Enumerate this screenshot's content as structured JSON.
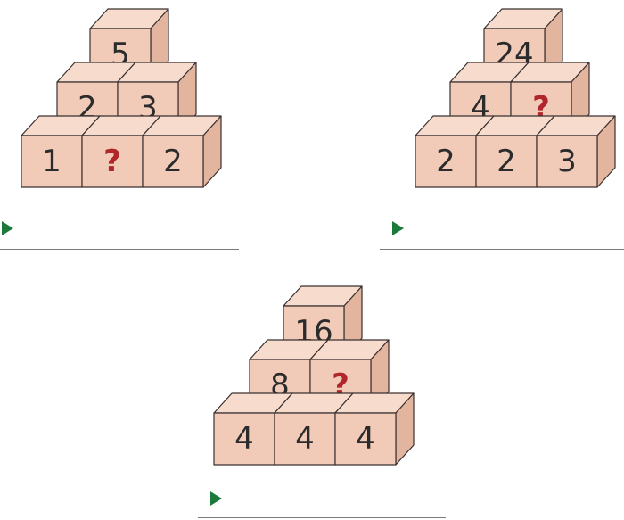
{
  "colors": {
    "cube_front": "#f2cbb8",
    "cube_top": "#f7dccd",
    "cube_side": "#e3b49e",
    "cube_edge": "#3a3030",
    "unknown_text": "#b0262b",
    "marker": "#1a7a3a"
  },
  "puzzles": [
    {
      "top": "5",
      "middle": [
        "2",
        "3"
      ],
      "bottom": [
        "1",
        "?",
        "2"
      ]
    },
    {
      "top": "24",
      "middle": [
        "4",
        "?"
      ],
      "bottom": [
        "2",
        "2",
        "3"
      ]
    },
    {
      "top": "16",
      "middle": [
        "8",
        "?"
      ],
      "bottom": [
        "4",
        "4",
        "4"
      ]
    }
  ],
  "icons": {
    "answer_marker": "play-triangle-icon"
  }
}
